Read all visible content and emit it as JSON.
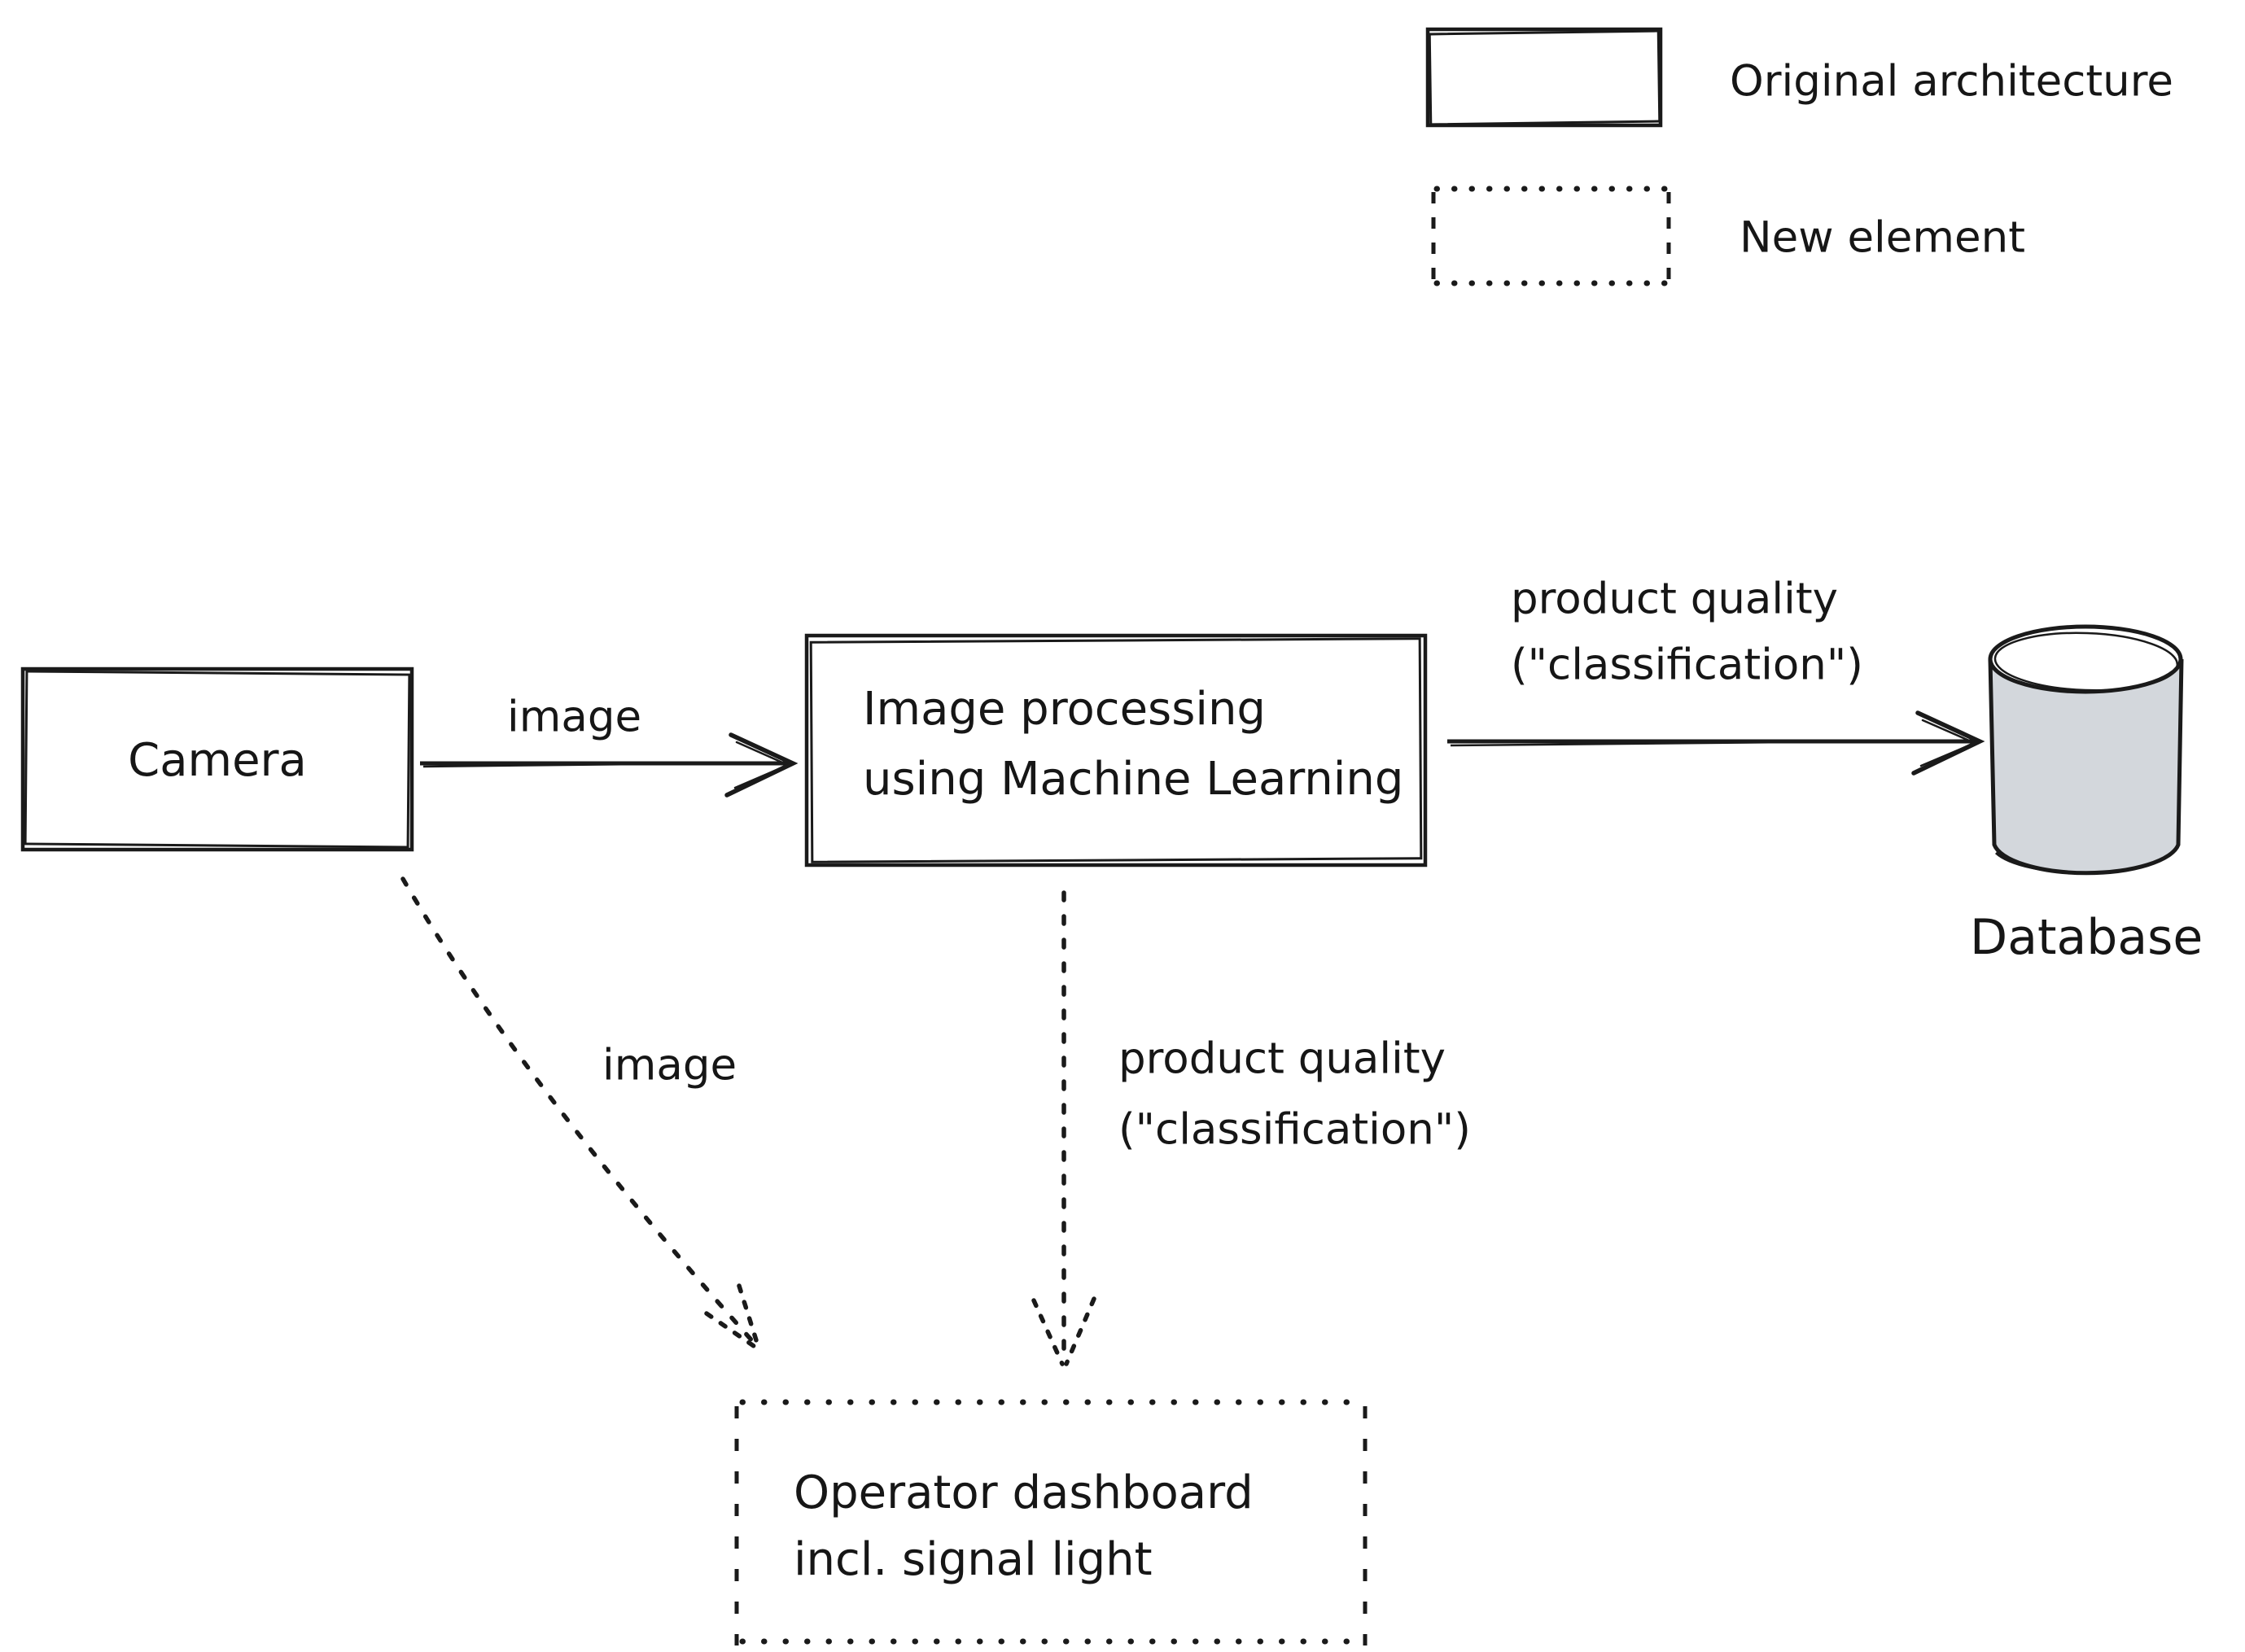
{
  "legend": {
    "items": [
      {
        "label": "Original architecture",
        "style": "solid"
      },
      {
        "label": "New element",
        "style": "dotted"
      }
    ]
  },
  "nodes": {
    "camera": {
      "label": "Camera"
    },
    "image_processing": {
      "label_line1": "Image processing",
      "label_line2": "using Machine Learning"
    },
    "database": {
      "label": "Database"
    },
    "operator_dashboard": {
      "label_line1": "Operator dashboard",
      "label_line2": "incl. signal light"
    }
  },
  "edges": {
    "camera_to_processing": {
      "label": "image",
      "style": "solid-arrow"
    },
    "processing_to_database": {
      "label_line1": "product quality",
      "label_line2": "(\"classification\")",
      "style": "solid-arrow"
    },
    "camera_to_dashboard": {
      "label": "image",
      "style": "dotted-arrow"
    },
    "processing_to_dashboard": {
      "label_line1": "product quality",
      "label_line2": "(\"classification\")",
      "style": "dotted-arrow"
    }
  },
  "colors": {
    "ink": "#1a1a1a",
    "database_fill": "#d3d7dc",
    "background": "#ffffff"
  }
}
